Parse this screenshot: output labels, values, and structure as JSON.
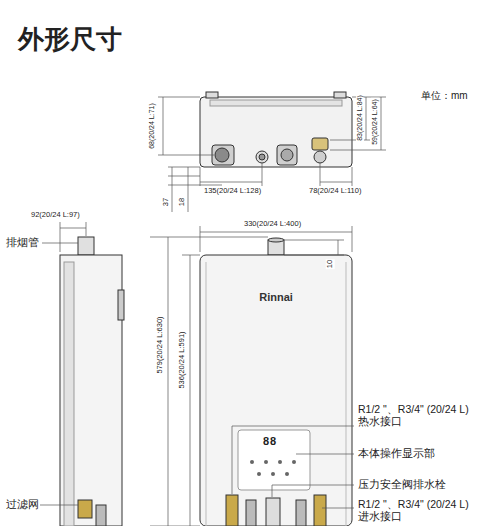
{
  "diagram": {
    "title": "外形尺寸",
    "nodes": [
      {
        "text": [
          "Rinnai"
        ]
      }
    ],
    "labels": [
      "单位：mm",
      "68(20/24 L:71)",
      "83(20/24 L:84)",
      "59(20/24 L:64)",
      "135(20/24 L:128)",
      "78(20/24 L:110)",
      "37",
      "18",
      "92(20/24 L:97)",
      "排烟管",
      "330(20/24 L:400)",
      "10",
      "579(20/24 L:630)",
      "536(20/24 L:591)",
      "R1/2 \"、R3/4\" (20/24 L)热水接口",
      "本体操作显示部",
      "压力安全阀排水栓",
      "R1/2 \"、R3/4\" (20/24 L) 进水接口",
      "过滤网",
      "88"
    ]
  }
}
